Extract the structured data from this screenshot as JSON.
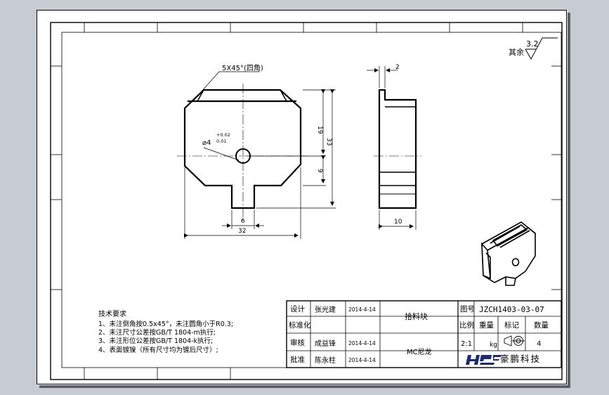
{
  "surface_finish": {
    "label": "其余",
    "roughness": "3.2"
  },
  "dimensions": {
    "chamfer_note": "5X45°(四角)",
    "hole": "⌀4",
    "hole_tol_upper": "+0.02",
    "hole_tol_lower": "0.01",
    "tab_width": "6",
    "total_width": "32",
    "upper_height": "19",
    "total_height": "33",
    "lower_height": "9",
    "side_width": "10",
    "lip": "2"
  },
  "tech_requirements": {
    "title": "技术要求",
    "items": [
      "1、未注倒角按0.5x45°，未注圆角小于R0.3;",
      "2、未注尺寸公差按GB/T 1804-m执行;",
      "3、未注形位公差按GB/T 1804-k执行;",
      "4、表面镀镍（所有尺寸均为镀后尺寸）;"
    ]
  },
  "title_block": {
    "design_label": "设计",
    "design_name": "张光建",
    "design_date": "2014-4-14",
    "standard_label": "标准化",
    "review_label": "审核",
    "review_name": "成益锋",
    "review_date": "2014-4-14",
    "approve_label": "批准",
    "approve_name": "陈永柱",
    "approve_date": "2014-4-14",
    "part_name": "拾料块",
    "material": "MC尼龙",
    "drawing_no_label": "图号",
    "drawing_no": "JZCH1403-03-07",
    "scale_label": "比例",
    "weight_label": "重量",
    "mark_label": "标记",
    "qty_label": "数量",
    "scale": "2:1",
    "weight_unit": "kg",
    "qty": "4",
    "company": "豪鹏科技",
    "logo_text": "HPE"
  }
}
